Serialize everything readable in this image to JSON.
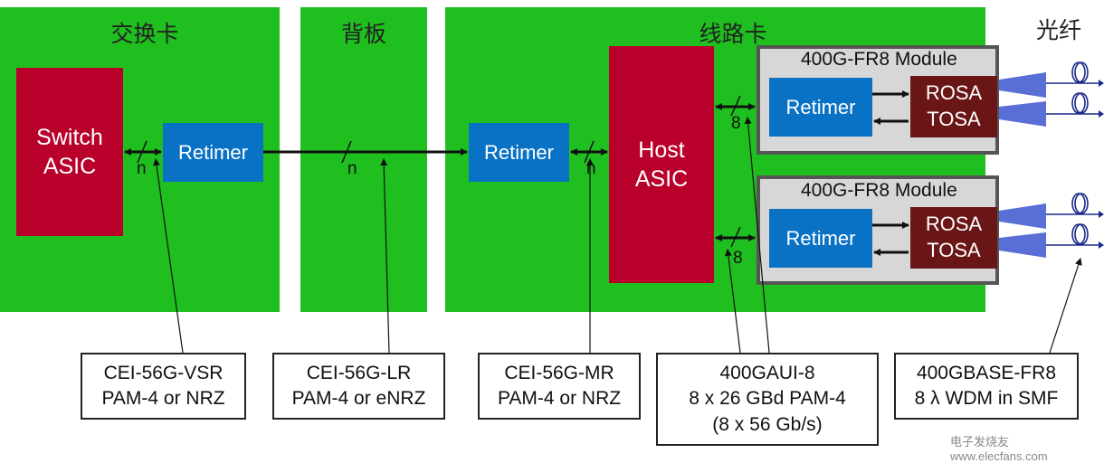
{
  "cards": {
    "switch_card": "交换卡",
    "backplane": "背板",
    "line_card": "线路卡",
    "fiber": "光纤"
  },
  "blocks": {
    "switch_asic": "Switch\nASIC",
    "host_asic": "Host\nASIC",
    "retimer": "Retimer",
    "module_title": "400G-FR8 Module",
    "rosa_tosa": "ROSA\nTOSA"
  },
  "lanes": {
    "n": "n",
    "eight": "8"
  },
  "labels": {
    "vsr": "CEI-56G-VSR\nPAM-4 or NRZ",
    "lr": "CEI-56G-LR\nPAM-4 or eNRZ",
    "mr": "CEI-56G-MR\nPAM-4 or NRZ",
    "gaui": "400GAUI-8\n8 x 26 GBd PAM-4\n(8 x 56 Gb/s)",
    "fr8": "400GBASE-FR8\n8 λ WDM in SMF"
  },
  "watermark": "电子发烧友 www.elecfans.com",
  "colors": {
    "card_green": "#1fbf1f",
    "asic_red": "#b8002b",
    "retimer_blue": "#0a72c5",
    "rosa_brown": "#6b1616",
    "module_gray": "#d7d7d7",
    "fiber_blue": "#5a6fd6"
  }
}
